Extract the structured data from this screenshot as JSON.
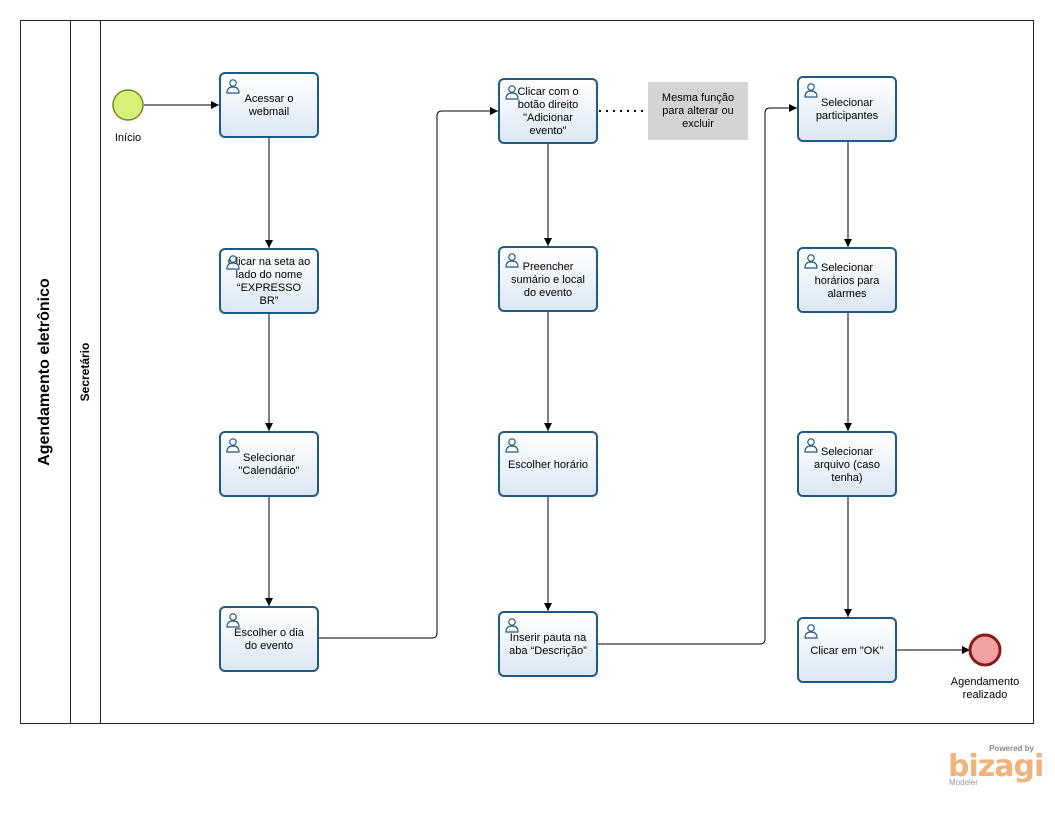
{
  "pool": {
    "title": "Agendamento eletrônico"
  },
  "lane": {
    "title": "Secretário"
  },
  "start_event": {
    "label": "Início",
    "color": "#d8f07a"
  },
  "end_event": {
    "label": "Agendamento realizado",
    "color": "#f2a2a2"
  },
  "tasks": [
    {
      "label": "Acessar o webmail"
    },
    {
      "label": "Clicar na seta ao lado do nome “EXPRESSO BR”"
    },
    {
      "label": "Selecionar \"Calendário\""
    },
    {
      "label": "Escolher o dia do evento"
    },
    {
      "label": "Clicar com o botão direito \"Adicionar evento\""
    },
    {
      "label": "Preencher sumário e local do evento"
    },
    {
      "label": "Escolher horário"
    },
    {
      "label": "Inserir pauta na aba “Descrição”"
    },
    {
      "label": "Selecionar participantes"
    },
    {
      "label": "Selecionar horários para alarmes"
    },
    {
      "label": "Selecionar arquivo (caso tenha)"
    },
    {
      "label": "Clicar em \"OK\""
    }
  ],
  "annotation": {
    "text": "Mesma função para alterar ou excluir"
  },
  "brand": {
    "powered": "Powered by",
    "name": "bizagi",
    "product": "Modeler"
  },
  "colors": {
    "task_border": "#1f5a86",
    "task_fill": "#dce7f3",
    "annotation_fill": "#d4d4d4",
    "lines": "#000000"
  }
}
